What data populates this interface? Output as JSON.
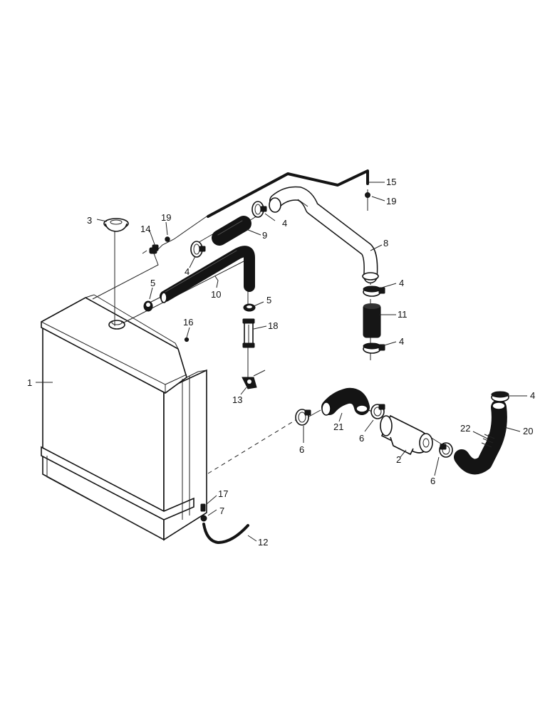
{
  "callouts": [
    {
      "id": "c1",
      "text": "1"
    },
    {
      "id": "c2",
      "text": "2"
    },
    {
      "id": "c3",
      "text": "3"
    },
    {
      "id": "c4a",
      "text": "4"
    },
    {
      "id": "c4b",
      "text": "4"
    },
    {
      "id": "c4c",
      "text": "4"
    },
    {
      "id": "c4d",
      "text": "4"
    },
    {
      "id": "c4e",
      "text": "4"
    },
    {
      "id": "c5a",
      "text": "5"
    },
    {
      "id": "c5b",
      "text": "5"
    },
    {
      "id": "c6a",
      "text": "6"
    },
    {
      "id": "c6b",
      "text": "6"
    },
    {
      "id": "c6c",
      "text": "6"
    },
    {
      "id": "c7",
      "text": "7"
    },
    {
      "id": "c8",
      "text": "8"
    },
    {
      "id": "c9",
      "text": "9"
    },
    {
      "id": "c10",
      "text": "10"
    },
    {
      "id": "c11",
      "text": "11"
    },
    {
      "id": "c12",
      "text": "12"
    },
    {
      "id": "c13",
      "text": "13"
    },
    {
      "id": "c14",
      "text": "14"
    },
    {
      "id": "c15",
      "text": "15"
    },
    {
      "id": "c16",
      "text": "16"
    },
    {
      "id": "c17",
      "text": "17"
    },
    {
      "id": "c18",
      "text": "18"
    },
    {
      "id": "c19a",
      "text": "19"
    },
    {
      "id": "c19b",
      "text": "19"
    },
    {
      "id": "c20",
      "text": "20"
    },
    {
      "id": "c21",
      "text": "21"
    },
    {
      "id": "c22",
      "text": "22"
    }
  ]
}
